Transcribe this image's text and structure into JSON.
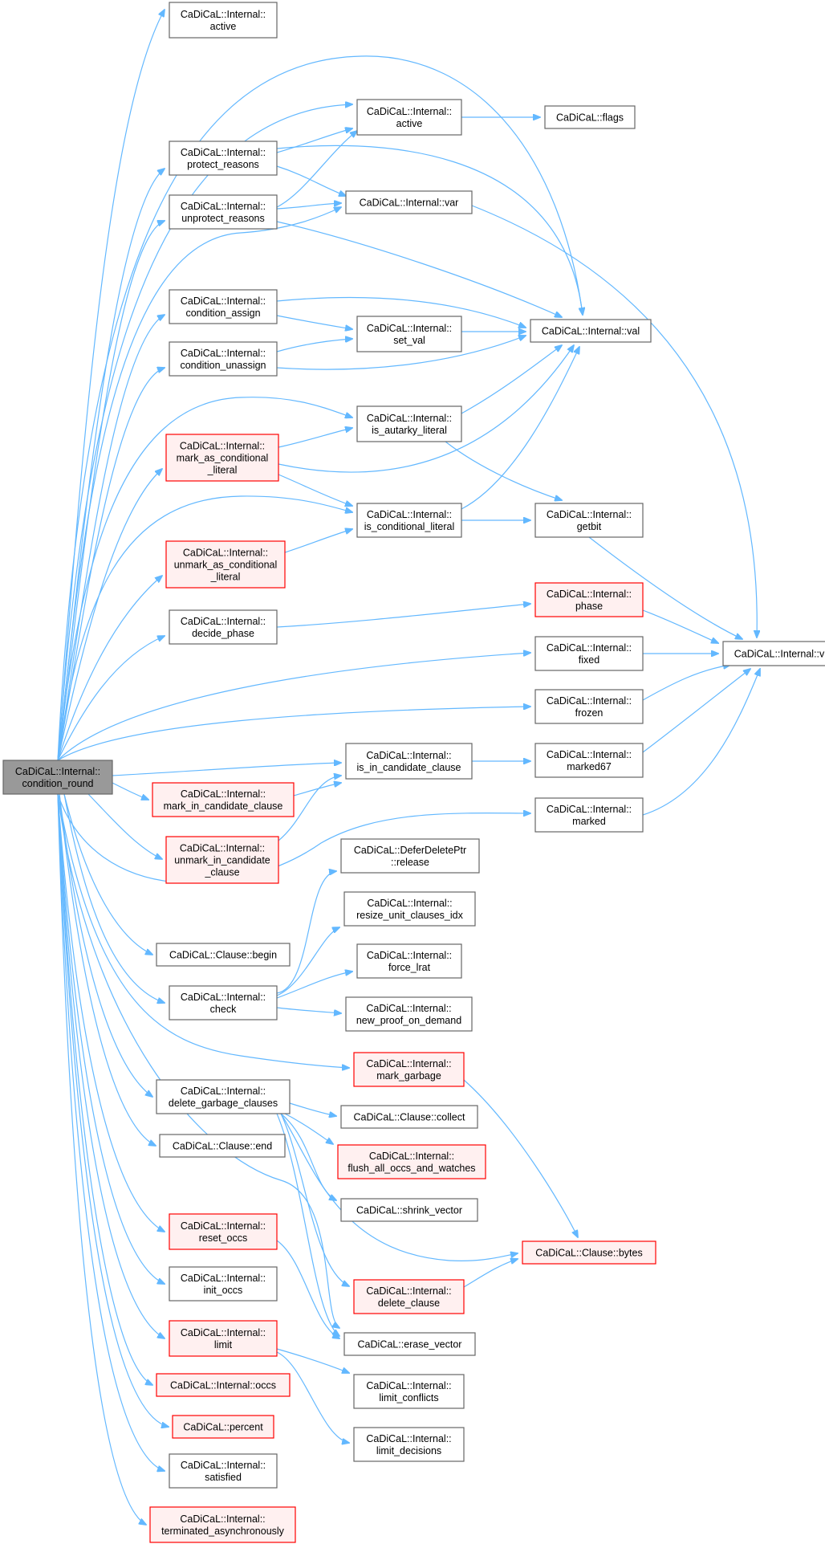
{
  "diagram": {
    "type": "call-graph",
    "colors": {
      "edge": "#63b8ff",
      "root_fill": "#999999",
      "red_border": "#ff0000",
      "red_fill": "#fff0f0",
      "normal_border": "#666666"
    },
    "nodes": {
      "root": {
        "lines": [
          "CaDiCaL::Internal::",
          "condition_round"
        ],
        "style": "root"
      },
      "active1": {
        "lines": [
          "CaDiCaL::Internal::",
          "active"
        ],
        "style": "normal"
      },
      "protect": {
        "lines": [
          "CaDiCaL::Internal::",
          "protect_reasons"
        ],
        "style": "normal"
      },
      "unprotect": {
        "lines": [
          "CaDiCaL::Internal::",
          "unprotect_reasons"
        ],
        "style": "normal"
      },
      "active2": {
        "lines": [
          "CaDiCaL::Internal::",
          "active"
        ],
        "style": "normal"
      },
      "flags": {
        "lines": [
          "CaDiCaL::flags"
        ],
        "style": "normal"
      },
      "var": {
        "lines": [
          "CaDiCaL::Internal::var"
        ],
        "style": "normal"
      },
      "cassign": {
        "lines": [
          "CaDiCaL::Internal::",
          "condition_assign"
        ],
        "style": "normal"
      },
      "cunassign": {
        "lines": [
          "CaDiCaL::Internal::",
          "condition_unassign"
        ],
        "style": "normal"
      },
      "setval": {
        "lines": [
          "CaDiCaL::Internal::",
          "set_val"
        ],
        "style": "normal"
      },
      "val": {
        "lines": [
          "CaDiCaL::Internal::val"
        ],
        "style": "normal"
      },
      "markcond": {
        "lines": [
          "CaDiCaL::Internal::",
          "mark_as_conditional",
          "_literal"
        ],
        "style": "red"
      },
      "isaut": {
        "lines": [
          "CaDiCaL::Internal::",
          "is_autarky_literal"
        ],
        "style": "normal"
      },
      "iscond": {
        "lines": [
          "CaDiCaL::Internal::",
          "is_conditional_literal"
        ],
        "style": "normal"
      },
      "getbit": {
        "lines": [
          "CaDiCaL::Internal::",
          "getbit"
        ],
        "style": "normal"
      },
      "unmarkcond": {
        "lines": [
          "CaDiCaL::Internal::",
          "unmark_as_conditional",
          "_literal"
        ],
        "style": "red"
      },
      "decide": {
        "lines": [
          "CaDiCaL::Internal::",
          "decide_phase"
        ],
        "style": "normal"
      },
      "phase": {
        "lines": [
          "CaDiCaL::Internal::",
          "phase"
        ],
        "style": "red"
      },
      "fixed": {
        "lines": [
          "CaDiCaL::Internal::",
          "fixed"
        ],
        "style": "normal"
      },
      "vidx": {
        "lines": [
          "CaDiCaL::Internal::vidx"
        ],
        "style": "normal"
      },
      "frozen": {
        "lines": [
          "CaDiCaL::Internal::",
          "frozen"
        ],
        "style": "normal"
      },
      "markcand": {
        "lines": [
          "CaDiCaL::Internal::",
          "mark_in_candidate_clause"
        ],
        "style": "red"
      },
      "isincand": {
        "lines": [
          "CaDiCaL::Internal::",
          "is_in_candidate_clause"
        ],
        "style": "normal"
      },
      "marked67": {
        "lines": [
          "CaDiCaL::Internal::",
          "marked67"
        ],
        "style": "normal"
      },
      "unmarkcand": {
        "lines": [
          "CaDiCaL::Internal::",
          "unmark_in_candidate",
          "_clause"
        ],
        "style": "red"
      },
      "marked": {
        "lines": [
          "CaDiCaL::Internal::",
          "marked"
        ],
        "style": "normal"
      },
      "release": {
        "lines": [
          "CaDiCaL::DeferDeletePtr",
          "::release"
        ],
        "style": "normal"
      },
      "resize": {
        "lines": [
          "CaDiCaL::Internal::",
          "resize_unit_clauses_idx"
        ],
        "style": "normal"
      },
      "begin": {
        "lines": [
          "CaDiCaL::Clause::begin"
        ],
        "style": "normal"
      },
      "forcelrat": {
        "lines": [
          "CaDiCaL::Internal::",
          "force_lrat"
        ],
        "style": "normal"
      },
      "check": {
        "lines": [
          "CaDiCaL::Internal::",
          "check"
        ],
        "style": "normal"
      },
      "newproof": {
        "lines": [
          "CaDiCaL::Internal::",
          "new_proof_on_demand"
        ],
        "style": "normal"
      },
      "markgarbage": {
        "lines": [
          "CaDiCaL::Internal::",
          "mark_garbage"
        ],
        "style": "red"
      },
      "delgarb": {
        "lines": [
          "CaDiCaL::Internal::",
          "delete_garbage_clauses"
        ],
        "style": "normal"
      },
      "collect": {
        "lines": [
          "CaDiCaL::Clause::collect"
        ],
        "style": "normal"
      },
      "end": {
        "lines": [
          "CaDiCaL::Clause::end"
        ],
        "style": "normal"
      },
      "flushall": {
        "lines": [
          "CaDiCaL::Internal::",
          "flush_all_occs_and_watches"
        ],
        "style": "red"
      },
      "shrink": {
        "lines": [
          "CaDiCaL::shrink_vector"
        ],
        "style": "normal"
      },
      "resetoccs": {
        "lines": [
          "CaDiCaL::Internal::",
          "reset_occs"
        ],
        "style": "red"
      },
      "bytes": {
        "lines": [
          "CaDiCaL::Clause::bytes"
        ],
        "style": "red"
      },
      "delclause": {
        "lines": [
          "CaDiCaL::Internal::",
          "delete_clause"
        ],
        "style": "red"
      },
      "initoccs": {
        "lines": [
          "CaDiCaL::Internal::",
          "init_occs"
        ],
        "style": "normal"
      },
      "limit": {
        "lines": [
          "CaDiCaL::Internal::",
          "limit"
        ],
        "style": "red"
      },
      "erase": {
        "lines": [
          "CaDiCaL::erase_vector"
        ],
        "style": "normal"
      },
      "occs": {
        "lines": [
          "CaDiCaL::Internal::occs"
        ],
        "style": "red"
      },
      "limconf": {
        "lines": [
          "CaDiCaL::Internal::",
          "limit_conflicts"
        ],
        "style": "normal"
      },
      "percent": {
        "lines": [
          "CaDiCaL::percent"
        ],
        "style": "red"
      },
      "limdec": {
        "lines": [
          "CaDiCaL::Internal::",
          "limit_decisions"
        ],
        "style": "normal"
      },
      "satisfied": {
        "lines": [
          "CaDiCaL::Internal::",
          "satisfied"
        ],
        "style": "normal"
      },
      "terminated": {
        "lines": [
          "CaDiCaL::Internal::",
          "terminated_asynchronously"
        ],
        "style": "red"
      }
    },
    "edges": [
      [
        "root",
        "active1"
      ],
      [
        "root",
        "protect"
      ],
      [
        "root",
        "unprotect"
      ],
      [
        "root",
        "cassign"
      ],
      [
        "root",
        "cunassign"
      ],
      [
        "root",
        "markcond"
      ],
      [
        "root",
        "unmarkcond"
      ],
      [
        "root",
        "decide"
      ],
      [
        "root",
        "markcand"
      ],
      [
        "root",
        "unmarkcand"
      ],
      [
        "root",
        "begin"
      ],
      [
        "root",
        "check"
      ],
      [
        "root",
        "delgarb"
      ],
      [
        "root",
        "end"
      ],
      [
        "root",
        "resetoccs"
      ],
      [
        "root",
        "initoccs"
      ],
      [
        "root",
        "limit"
      ],
      [
        "root",
        "occs"
      ],
      [
        "root",
        "percent"
      ],
      [
        "root",
        "satisfied"
      ],
      [
        "root",
        "terminated"
      ],
      [
        "root",
        "active2"
      ],
      [
        "root",
        "val"
      ],
      [
        "root",
        "var"
      ],
      [
        "root",
        "isaut"
      ],
      [
        "root",
        "iscond"
      ],
      [
        "root",
        "fixed"
      ],
      [
        "root",
        "frozen"
      ],
      [
        "root",
        "isincand"
      ],
      [
        "root",
        "marked"
      ],
      [
        "root",
        "markgarbage"
      ],
      [
        "root",
        "erase"
      ],
      [
        "protect",
        "active2"
      ],
      [
        "protect",
        "var"
      ],
      [
        "protect",
        "val"
      ],
      [
        "unprotect",
        "active2"
      ],
      [
        "unprotect",
        "var"
      ],
      [
        "unprotect",
        "val"
      ],
      [
        "active2",
        "flags"
      ],
      [
        "var",
        "vidx"
      ],
      [
        "cassign",
        "setval"
      ],
      [
        "cassign",
        "val"
      ],
      [
        "cunassign",
        "setval"
      ],
      [
        "cunassign",
        "val"
      ],
      [
        "setval",
        "val"
      ],
      [
        "markcond",
        "isaut"
      ],
      [
        "markcond",
        "iscond"
      ],
      [
        "markcond",
        "val"
      ],
      [
        "isaut",
        "val"
      ],
      [
        "isaut",
        "getbit"
      ],
      [
        "iscond",
        "val"
      ],
      [
        "iscond",
        "getbit"
      ],
      [
        "getbit",
        "vidx"
      ],
      [
        "unmarkcond",
        "iscond"
      ],
      [
        "decide",
        "phase"
      ],
      [
        "phase",
        "vidx"
      ],
      [
        "fixed",
        "vidx"
      ],
      [
        "frozen",
        "vidx"
      ],
      [
        "markcand",
        "isincand"
      ],
      [
        "unmarkcand",
        "isincand"
      ],
      [
        "isincand",
        "marked67"
      ],
      [
        "marked67",
        "vidx"
      ],
      [
        "marked",
        "vidx"
      ],
      [
        "check",
        "release"
      ],
      [
        "check",
        "resize"
      ],
      [
        "check",
        "forcelrat"
      ],
      [
        "check",
        "newproof"
      ],
      [
        "markgarbage",
        "bytes"
      ],
      [
        "delgarb",
        "collect"
      ],
      [
        "delgarb",
        "flushall"
      ],
      [
        "delgarb",
        "shrink"
      ],
      [
        "delgarb",
        "bytes"
      ],
      [
        "delgarb",
        "delclause"
      ],
      [
        "delgarb",
        "erase"
      ],
      [
        "delclause",
        "bytes"
      ],
      [
        "resetoccs",
        "erase"
      ],
      [
        "limit",
        "limconf"
      ],
      [
        "limit",
        "limdec"
      ]
    ]
  }
}
